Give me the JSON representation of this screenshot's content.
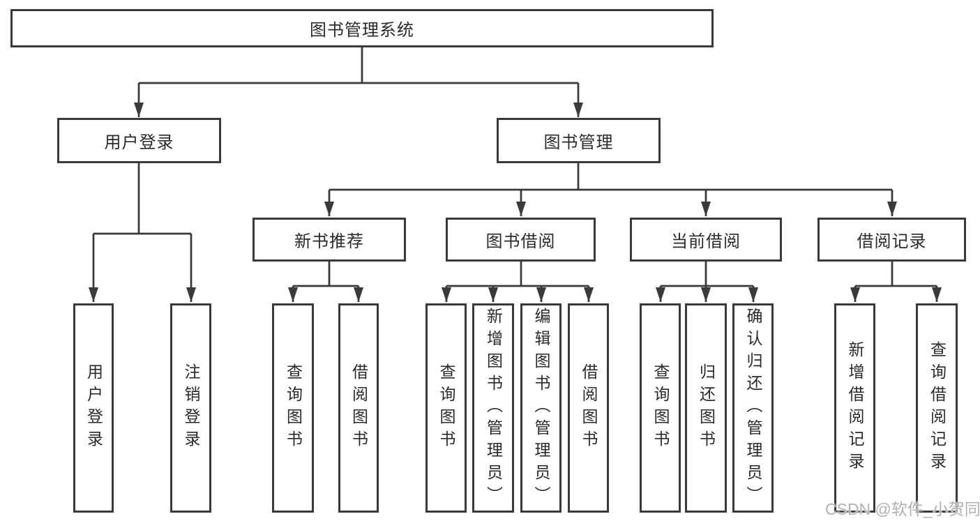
{
  "diagram": {
    "title": "图书管理系统",
    "root": {
      "label": "图书管理系统"
    },
    "branches": [
      {
        "label": "用户登录",
        "children": [
          {
            "label": "用户登录"
          },
          {
            "label": "注销登录"
          }
        ]
      },
      {
        "label": "图书管理",
        "children": [
          {
            "label": "新书推荐",
            "children": [
              {
                "label": "查询图书"
              },
              {
                "label": "借阅图书"
              }
            ]
          },
          {
            "label": "图书借阅",
            "children": [
              {
                "label": "查询图书"
              },
              {
                "label": "新增图书（管理员）"
              },
              {
                "label": "编辑图书（管理员）"
              },
              {
                "label": "借阅图书"
              }
            ]
          },
          {
            "label": "当前借阅",
            "children": [
              {
                "label": "查询图书"
              },
              {
                "label": "归还图书"
              },
              {
                "label": "确认归还（管理员）"
              }
            ]
          },
          {
            "label": "借阅记录",
            "children": [
              {
                "label": "新增借阅记录"
              },
              {
                "label": "查询借阅记录"
              }
            ]
          }
        ]
      }
    ]
  },
  "watermark": {
    "text": "CSDN @软件_小贺同学"
  },
  "colors": {
    "line": "#3a3a3a",
    "text": "#2a2a2a",
    "watermark": "#b2b2b2",
    "background": "#ffffff"
  }
}
